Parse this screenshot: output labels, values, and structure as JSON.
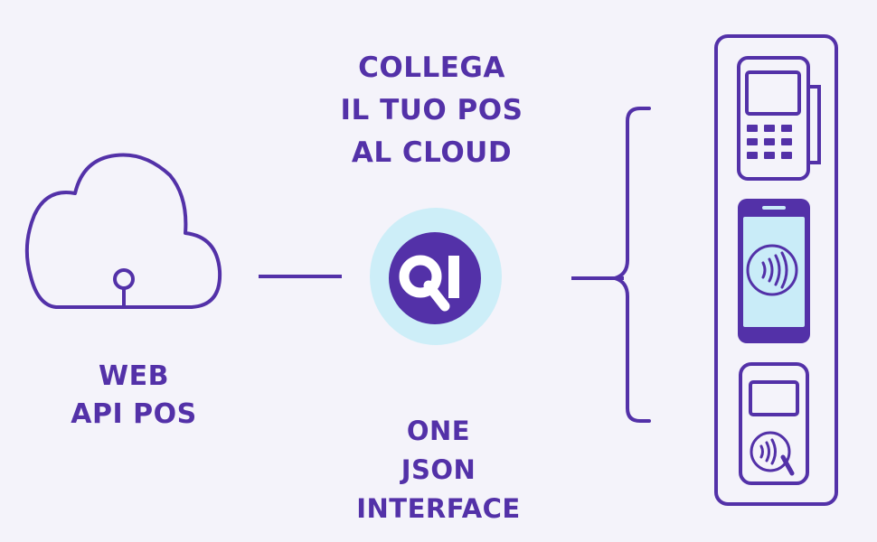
{
  "headline": {
    "line1": "COLLEGA",
    "line2": "IL TUO POS",
    "line3": "AL CLOUD"
  },
  "cloud": {
    "icon": "cloud-icon",
    "label_line1": "WEB",
    "label_line2": "API POS"
  },
  "hub": {
    "icon": "qi-logo",
    "logo_text": "QI",
    "label_line1": "ONE",
    "label_line2": "JSON",
    "label_line3": "INTERFACE"
  },
  "devices": [
    {
      "name": "pos-terminal-icon"
    },
    {
      "name": "smartphone-nfc-icon"
    },
    {
      "name": "contactless-reader-icon"
    }
  ],
  "colors": {
    "primary": "#5331a8",
    "background": "#f4f3fa",
    "hub_halo": "#cdeef8",
    "screen": "#c9ecf8"
  }
}
